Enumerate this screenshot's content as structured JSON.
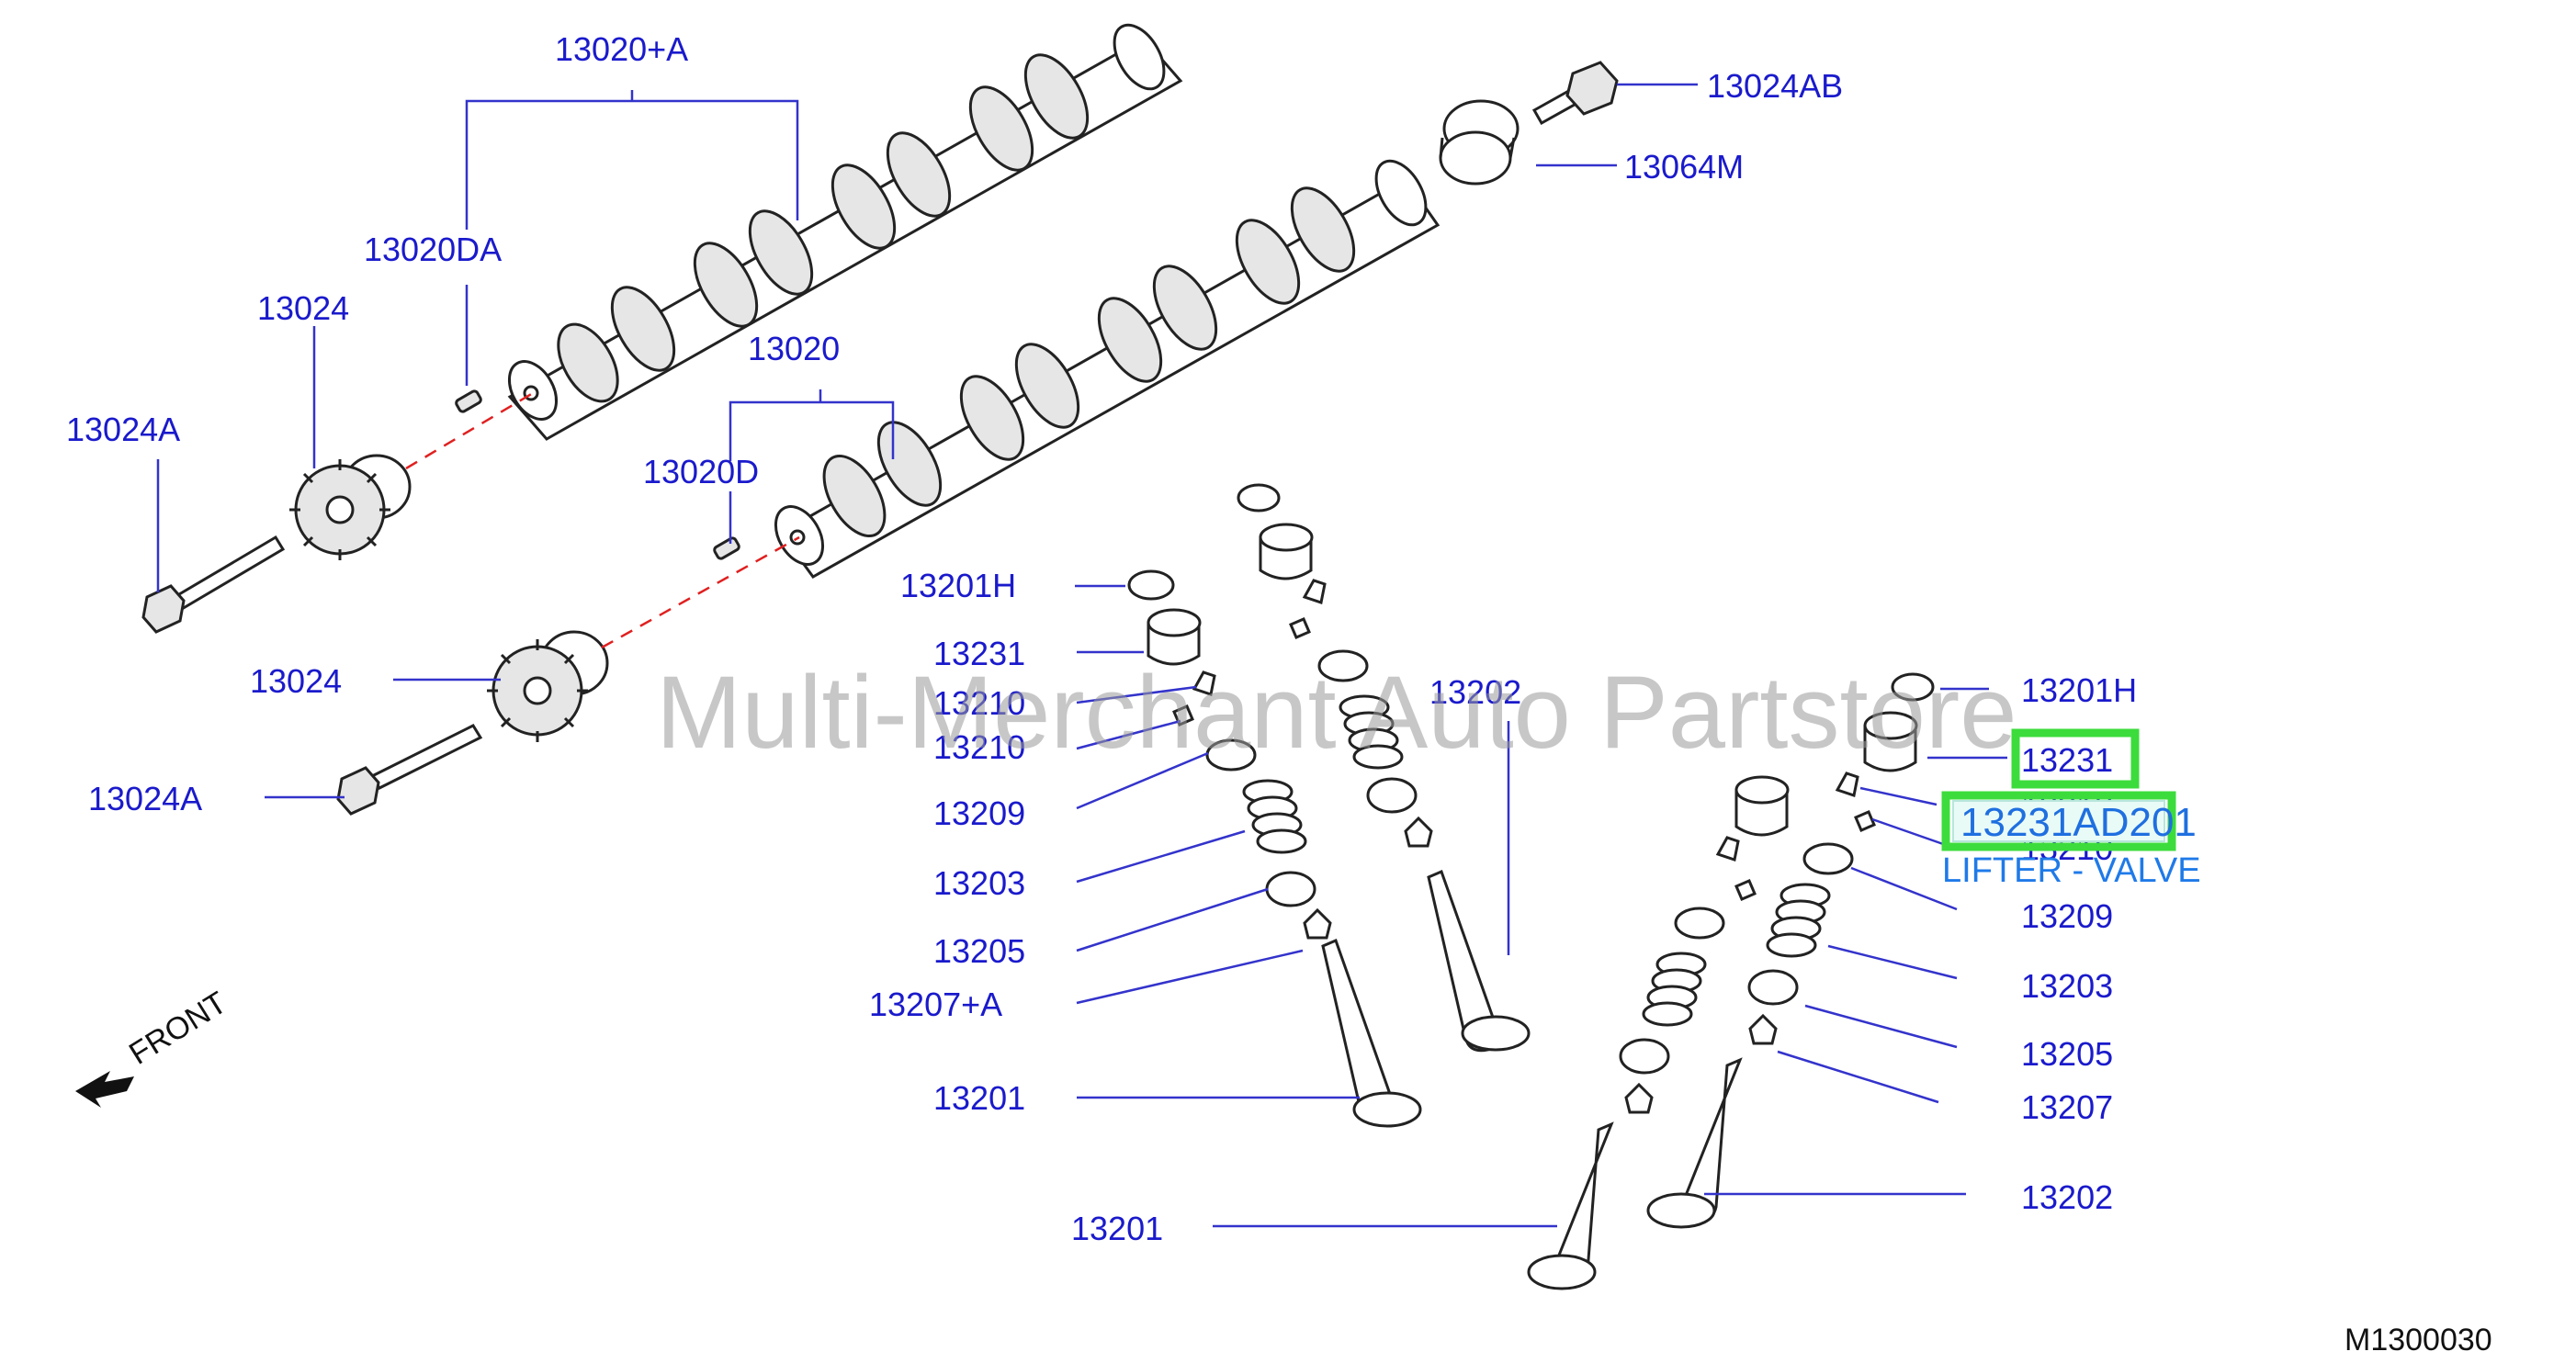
{
  "watermark": "Multi-Merchant Auto Partstore",
  "labels": {
    "l13020A": "13020+A",
    "l13024AB": "13024AB",
    "l13064M": "13064M",
    "l13020DA": "13020DA",
    "l13024_top": "13024",
    "l13020": "13020",
    "l13024A_top": "13024A",
    "l13020D": "13020D",
    "l13024_mid": "13024",
    "l13024A_mid": "13024A",
    "l13201H_left": "13201H",
    "l13231_left": "13231",
    "l13210_left_a": "13210",
    "l13210_left_b": "13210",
    "l13209_left": "13209",
    "l13203_left": "13203",
    "l13205_left": "13205",
    "l13207A": "13207+A",
    "l13201_left": "13201",
    "l13202_mid": "13202",
    "l13201H_right": "13201H",
    "l13231_right": "13231",
    "l13210_right_a": "13210",
    "l13210_right_b": "13210",
    "l13209_right": "13209",
    "l13203_right": "13203",
    "l13205_right": "13205",
    "l13207_right": "13207",
    "l13202_right": "13202",
    "l13201_bottom": "13201"
  },
  "front_label": "FRONT",
  "callout": {
    "part_number": "13231AD201",
    "description": "LIFTER - VALVE"
  },
  "footer_code": "M1300030",
  "colors": {
    "label_blue": "#1a1acc",
    "highlight_green": "#3cdc3c",
    "centerline_red": "#e02020"
  }
}
